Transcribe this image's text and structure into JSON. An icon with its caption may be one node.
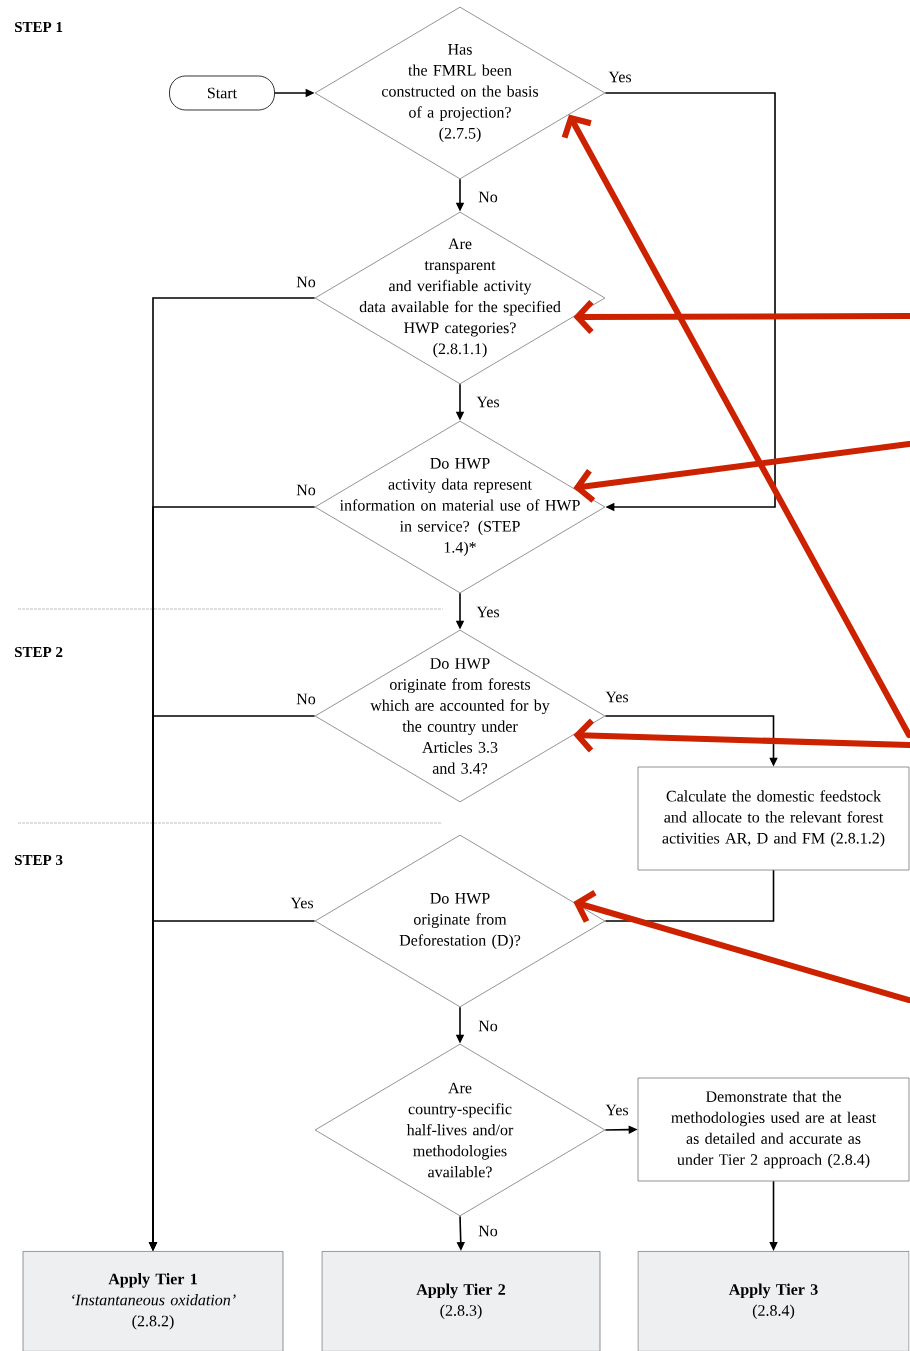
{
  "diagram": {
    "nodes": [
      {
        "text": [
          "Start"
        ]
      },
      {
        "text": [
          "Has the FMRL been constructed on the basis of a projection? (2.7.5)"
        ]
      },
      {
        "text": [
          "Are transparent and verifiable activity data available for the specified HWP categories? (2.8.1.1)"
        ]
      },
      {
        "text": [
          "Do HWP activity data represent information on material use of HWP in service? (STEP 1.4)*"
        ]
      },
      {
        "text": [
          "Do HWP originate from forests which are accounted for by the country under Articles 3.3 and 3.4?"
        ]
      },
      {
        "text": [
          "Calculate the domestic feedstock and allocate to the relevant forest activities AR, D and FM (2.8.1.2)"
        ]
      },
      {
        "text": [
          "Do HWP originate from Deforestation (D)?"
        ]
      },
      {
        "text": [
          "Are country-specific half-lives and/or methodologies available?"
        ]
      },
      {
        "text": [
          "Demonstrate that the methodologies used are at least as detailed and accurate as under Tier 2 approach (2.8.4)"
        ]
      },
      {
        "text": [
          "Apply Tier 1",
          "‘Instantaneous oxidation’",
          "(2.8.2)"
        ]
      },
      {
        "text": [
          "Apply Tier 2",
          "(2.8.3)"
        ]
      },
      {
        "text": [
          "Apply Tier 3",
          "(2.8.4)"
        ]
      }
    ],
    "edges": [
      {
        "from": 0,
        "to": 1,
        "arrow": "to"
      },
      {
        "from": 1,
        "to": 2,
        "arrow": "to",
        "label": "No"
      },
      {
        "from": 1,
        "to": 3,
        "arrow": "to",
        "label": "Yes"
      },
      {
        "from": 2,
        "to": 3,
        "arrow": "to",
        "label": "Yes"
      },
      {
        "from": 2,
        "to": 9,
        "arrow": "to",
        "label": "No"
      },
      {
        "from": 3,
        "to": 4,
        "arrow": "to",
        "label": "Yes"
      },
      {
        "from": 3,
        "to": 9,
        "arrow": "to",
        "label": "No"
      },
      {
        "from": 4,
        "to": 9,
        "arrow": "to",
        "label": "No"
      },
      {
        "from": 4,
        "to": 5,
        "arrow": "to",
        "label": "Yes"
      },
      {
        "from": 5,
        "to": 6,
        "arrow": "none"
      },
      {
        "from": 6,
        "to": 9,
        "arrow": "to",
        "label": "Yes"
      },
      {
        "from": 6,
        "to": 7,
        "arrow": "to",
        "label": "No"
      },
      {
        "from": 7,
        "to": 8,
        "arrow": "to",
        "label": "Yes"
      },
      {
        "from": 7,
        "to": 10,
        "arrow": "to",
        "label": "No"
      },
      {
        "from": 8,
        "to": 11,
        "arrow": "to"
      },
      {
        "from": null,
        "to": 1,
        "arrow": "to",
        "style": "thick",
        "color": "#cc2200"
      },
      {
        "from": null,
        "to": 2,
        "arrow": "to",
        "style": "thick",
        "color": "#cc2200"
      },
      {
        "from": null,
        "to": 3,
        "arrow": "to",
        "style": "thick",
        "color": "#cc2200"
      },
      {
        "from": null,
        "to": 4,
        "arrow": "to",
        "style": "thick",
        "color": "#cc2200"
      },
      {
        "from": null,
        "to": 6,
        "arrow": "to",
        "style": "thick",
        "color": "#cc2200"
      }
    ],
    "labels": [
      "STEP 1",
      "STEP 2",
      "STEP 3"
    ]
  }
}
